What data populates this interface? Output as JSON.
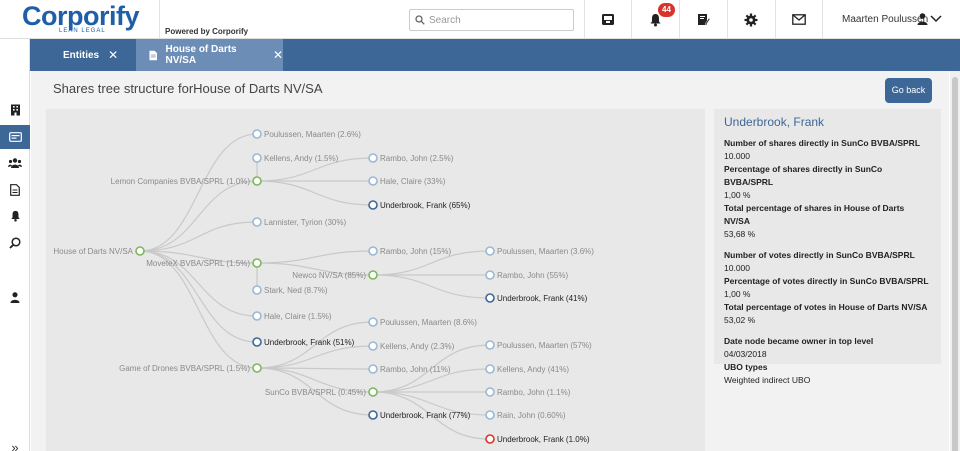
{
  "header": {
    "logo": "Corporify",
    "logo_sub": "LEAN LEGAL",
    "powered_by": "Powered by Corporify",
    "search_placeholder": "Search",
    "notification_count": "44",
    "user_name": "Maarten Poulussen"
  },
  "tabs": [
    {
      "label": "Entities",
      "active": false
    },
    {
      "label": "House of Darts NV/SA",
      "active": true
    }
  ],
  "sidebar": {
    "items": [
      "building-icon",
      "id-card-icon",
      "users-icon",
      "document-icon",
      "bell-icon",
      "search-icon",
      "user-icon"
    ],
    "active_index": 1,
    "expand_label": "»"
  },
  "page": {
    "title": "Shares tree structure forHouse of Darts NV/SA",
    "go_back": "Go back"
  },
  "tree": {
    "nodes": [
      {
        "id": "root",
        "label": "House of Darts NV/SA",
        "color": "#7ab85a",
        "side": "left"
      },
      {
        "id": "n1",
        "label": "Poulussen, Maarten (2.6%)",
        "color": "#9ab8d6",
        "side": "right"
      },
      {
        "id": "n2",
        "label": "Lemon Companies BVBA/SPRL (1.0%)",
        "color": "#7ab85a",
        "side": "left"
      },
      {
        "id": "n2a",
        "label": "Kellens, Andy (1.5%)",
        "color": "#9ab8d6",
        "side": "right"
      },
      {
        "id": "n2b",
        "label": "Rambo, John (2.5%)",
        "color": "#9ab8d6",
        "side": "right"
      },
      {
        "id": "n2c",
        "label": "Hale, Claire (33%)",
        "color": "#9ab8d6",
        "side": "right"
      },
      {
        "id": "n2d",
        "label": "Underbrook, Frank (65%)",
        "color": "#3d6797",
        "side": "right",
        "dark": true
      },
      {
        "id": "n3",
        "label": "Lannister, Tyrion (30%)",
        "color": "#9ab8d6",
        "side": "right"
      },
      {
        "id": "n4",
        "label": "MoveteX BVBA/SPRL (1.5%)",
        "color": "#7ab85a",
        "side": "left"
      },
      {
        "id": "n4a",
        "label": "Rambo, John (15%)",
        "color": "#9ab8d6",
        "side": "right"
      },
      {
        "id": "n4b",
        "label": "Newco NV/SA (85%)",
        "color": "#7ab85a",
        "side": "left"
      },
      {
        "id": "n4b1",
        "label": "Poulussen, Maarten (3.6%)",
        "color": "#9ab8d6",
        "side": "right"
      },
      {
        "id": "n4b2",
        "label": "Rambo, John (55%)",
        "color": "#9ab8d6",
        "side": "right"
      },
      {
        "id": "n4b3",
        "label": "Underbrook, Frank (41%)",
        "color": "#3d6797",
        "side": "right",
        "dark": true
      },
      {
        "id": "n4c",
        "label": "Stark, Ned (8.7%)",
        "color": "#9ab8d6",
        "side": "right"
      },
      {
        "id": "n5",
        "label": "Hale, Claire (1.5%)",
        "color": "#9ab8d6",
        "side": "right"
      },
      {
        "id": "n6",
        "label": "Underbrook, Frank (51%)",
        "color": "#3d6797",
        "side": "right",
        "dark": true
      },
      {
        "id": "n7",
        "label": "Game of Drones BVBA/SPRL (1.5%)",
        "color": "#7ab85a",
        "side": "left"
      },
      {
        "id": "n7a",
        "label": "Poulussen, Maarten (8.6%)",
        "color": "#9ab8d6",
        "side": "right"
      },
      {
        "id": "n7b",
        "label": "Kellens, Andy (2.3%)",
        "color": "#9ab8d6",
        "side": "right"
      },
      {
        "id": "n7c",
        "label": "Rambo, John (11%)",
        "color": "#9ab8d6",
        "side": "right"
      },
      {
        "id": "n7d",
        "label": "SunCo BVBA/SPRL (0.45%)",
        "color": "#7ab85a",
        "side": "left"
      },
      {
        "id": "n7d1",
        "label": "Poulussen, Maarten (57%)",
        "color": "#9ab8d6",
        "side": "right"
      },
      {
        "id": "n7d2",
        "label": "Kellens, Andy (41%)",
        "color": "#9ab8d6",
        "side": "right"
      },
      {
        "id": "n7d3",
        "label": "Rambo, John (1.1%)",
        "color": "#9ab8d6",
        "side": "right"
      },
      {
        "id": "n7d4",
        "label": "Rain, John (0.60%)",
        "color": "#9ab8d6",
        "side": "right"
      },
      {
        "id": "n7d5",
        "label": "Underbrook, Frank (1.0%)",
        "color": "#d9342b",
        "side": "right",
        "dark": true
      },
      {
        "id": "n7e",
        "label": "Underbrook, Frank (77%)",
        "color": "#3d6797",
        "side": "right",
        "dark": true
      }
    ],
    "links": [
      [
        "root",
        "n1"
      ],
      [
        "root",
        "n2"
      ],
      [
        "root",
        "n3"
      ],
      [
        "root",
        "n4"
      ],
      [
        "root",
        "n5"
      ],
      [
        "root",
        "n6"
      ],
      [
        "root",
        "n7"
      ],
      [
        "n2",
        "n2a"
      ],
      [
        "n2",
        "n2b"
      ],
      [
        "n2",
        "n2c"
      ],
      [
        "n2",
        "n2d"
      ],
      [
        "n4",
        "n4a"
      ],
      [
        "n4",
        "n4b"
      ],
      [
        "n4",
        "n4c"
      ],
      [
        "n4b",
        "n4b1"
      ],
      [
        "n4b",
        "n4b2"
      ],
      [
        "n4b",
        "n4b3"
      ],
      [
        "n7",
        "n7a"
      ],
      [
        "n7",
        "n7b"
      ],
      [
        "n7",
        "n7c"
      ],
      [
        "n7",
        "n7d"
      ],
      [
        "n7",
        "n7e"
      ],
      [
        "n7d",
        "n7d1"
      ],
      [
        "n7d",
        "n7d2"
      ],
      [
        "n7d",
        "n7d3"
      ],
      [
        "n7d",
        "n7d4"
      ],
      [
        "n7d",
        "n7d5"
      ]
    ]
  },
  "detail": {
    "name": "Underbrook, Frank",
    "fields": [
      {
        "label": "Number of shares directly in SunCo BVBA/SPRL",
        "value": "10.000"
      },
      {
        "label": "Percentage of shares directly in SunCo BVBA/SPRL",
        "value": "1,00 %"
      },
      {
        "label": "Total percentage of shares in House of Darts NV/SA",
        "value": "53,68 %",
        "gap_after": true
      },
      {
        "label": "Number of votes directly in SunCo BVBA/SPRL",
        "value": "10.000"
      },
      {
        "label": "Percentage of votes directly in SunCo BVBA/SPRL",
        "value": "1,00 %"
      },
      {
        "label": "Total percentage of votes in House of Darts NV/SA",
        "value": "53,02 %",
        "gap_after": true
      },
      {
        "label": "Date node became owner in top level",
        "value": "04/03/2018"
      },
      {
        "label": "UBO types",
        "value": "Weighted indirect UBO"
      }
    ]
  }
}
